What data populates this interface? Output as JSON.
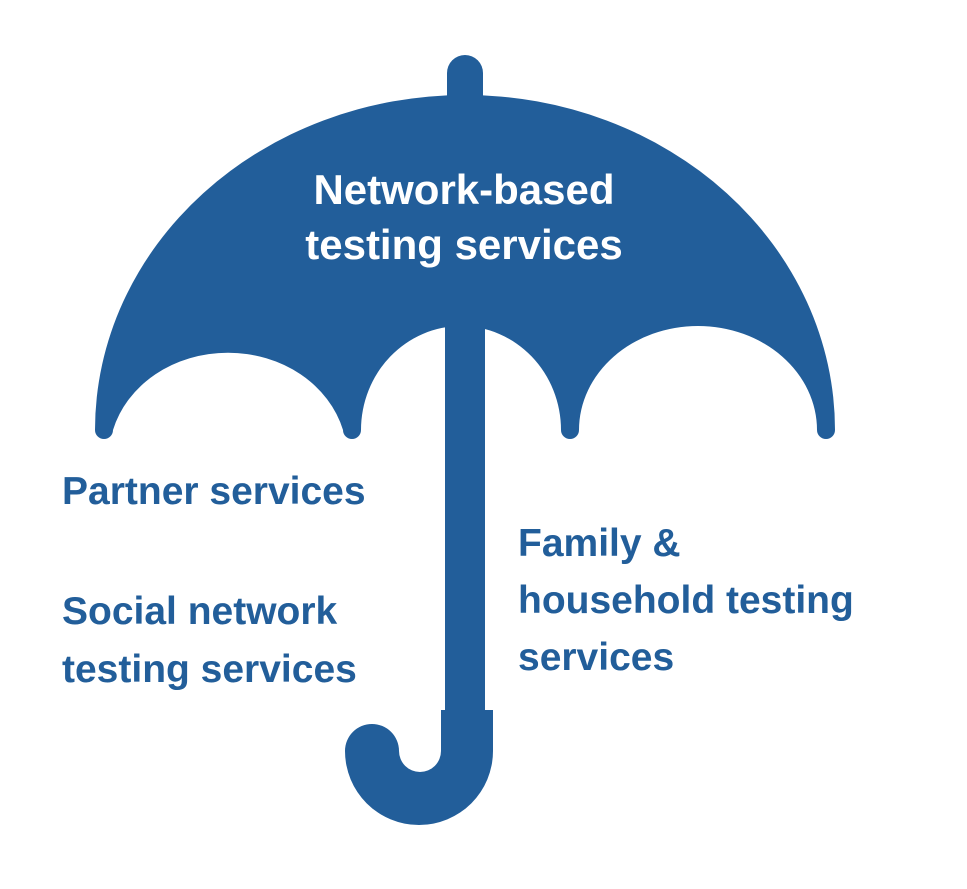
{
  "colors": {
    "umbrella_fill": "#225e9a",
    "canopy_text": "#ffffff",
    "label_text": "#225e9a",
    "background": "#ffffff"
  },
  "umbrella": {
    "icon": "umbrella-icon",
    "canopy_label_lines": [
      "Network-based",
      "testing services"
    ]
  },
  "services": {
    "partner": {
      "lines": [
        "Partner services"
      ]
    },
    "social_network": {
      "lines": [
        "Social network",
        "testing services"
      ]
    },
    "family_household": {
      "lines": [
        "Family &",
        "household testing",
        "services"
      ]
    }
  }
}
